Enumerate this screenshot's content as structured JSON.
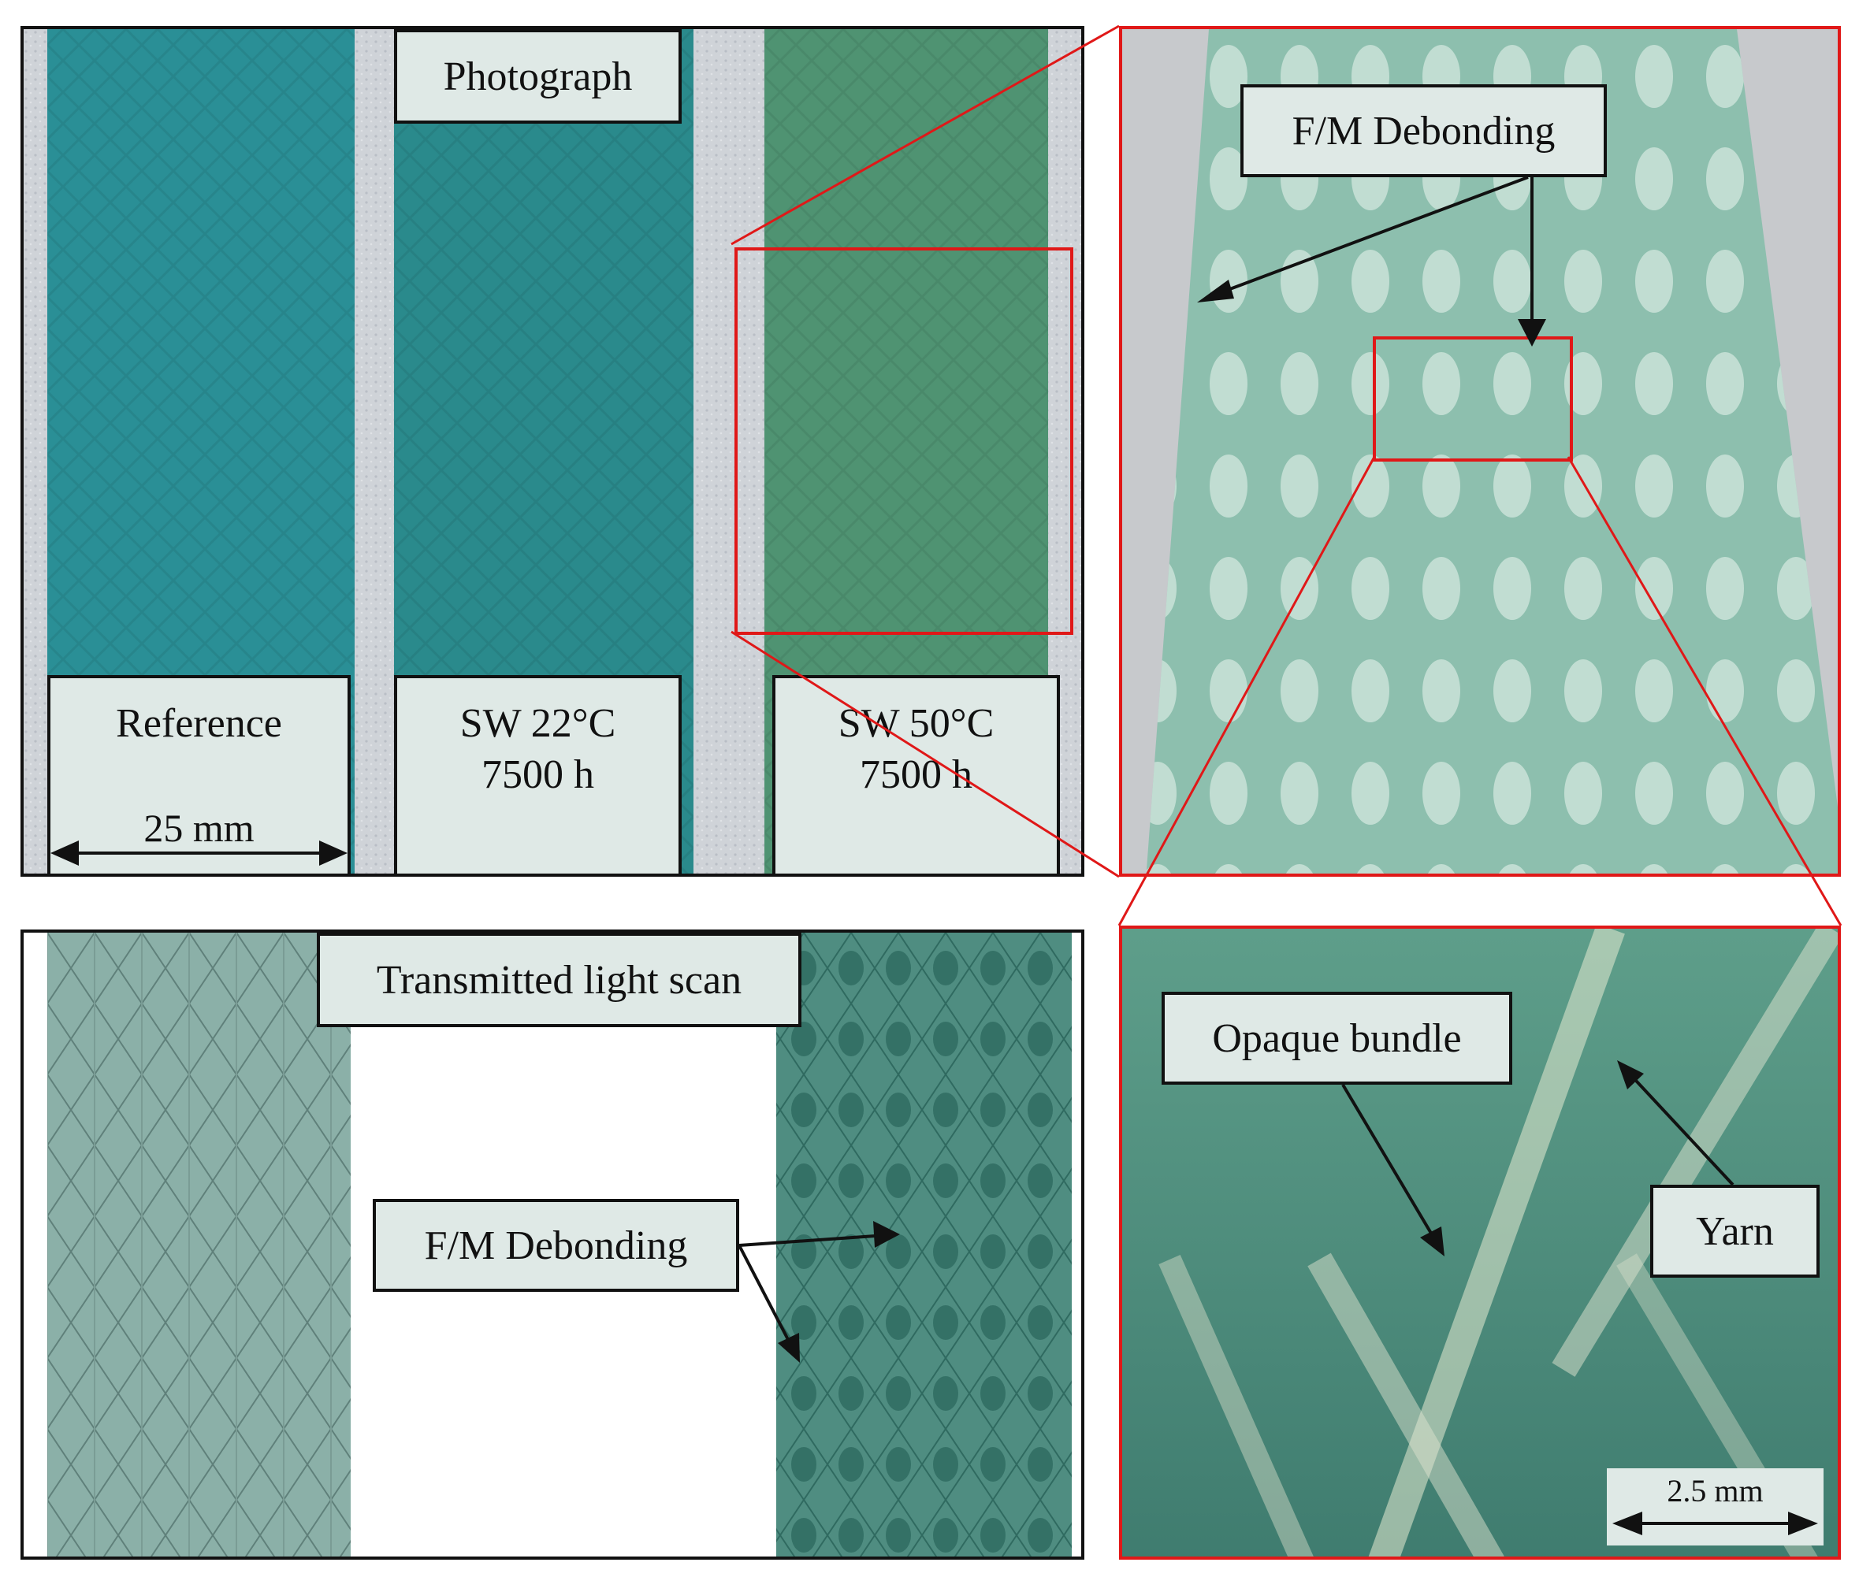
{
  "photograph": {
    "title": "Photograph",
    "specimens": [
      {
        "label": "Reference",
        "color": "#2a8f96"
      },
      {
        "label": "SW 22°C\n7500 h",
        "color": "#2a8a8c"
      },
      {
        "label": "SW 50°C\n7500 h",
        "color": "#4f9372"
      }
    ],
    "scale_label": "25 mm",
    "background_color": "#c9cdd3"
  },
  "transmitted_scan": {
    "title": "Transmitted light scan",
    "callout": "F/M Debonding",
    "left_strip_color": "#8bb0a8",
    "right_strip_color": "#3f7f74"
  },
  "zoom_upper": {
    "callout": "F/M Debonding",
    "strip_color": "#8dbfae"
  },
  "zoom_lower": {
    "callout_bundle": "Opaque bundle",
    "callout_yarn": "Yarn",
    "scale_label": "2.5 mm",
    "background_color": "#4c8c7c"
  },
  "colors": {
    "highlight_red": "#e01818",
    "frame_black": "#111111"
  }
}
